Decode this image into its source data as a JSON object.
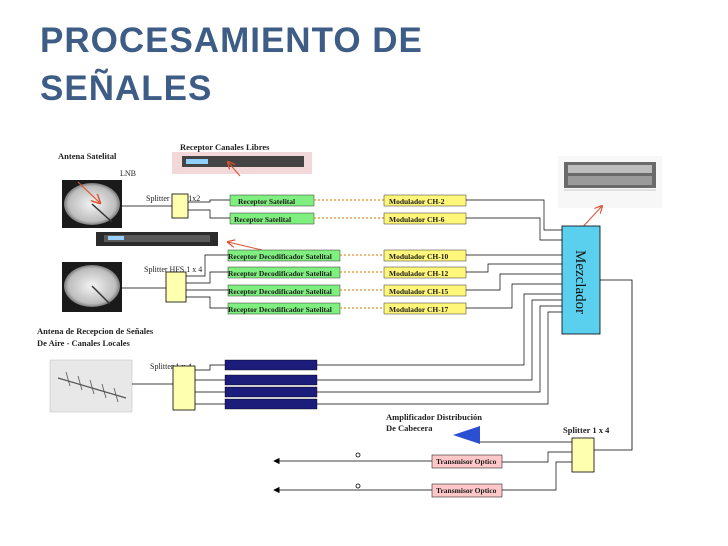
{
  "title": {
    "line1": "PROCESAMIENTO DE",
    "line2": "SEÑALES"
  },
  "labels": {
    "antena_satelital": "Antena Satelital",
    "lnb": "LNB",
    "receptor_canales_libres": "Receptor Canales Libres",
    "splitter_hfs_1x2": "Splitter HFS 1x2",
    "splitter_hfs_1x4": "Splitter HFS 1 x 4",
    "antena_aire_line1": "Antena de Recepcion de Señales",
    "antena_aire_line2": "De Aire  - Canales Locales",
    "splitter_1x4_left": "Splitter 1 x 4",
    "amplificador_line1": "Amplificador Distribución",
    "amplificador_line2": "De Cabecera",
    "splitter_1x4_right": "Splitter 1 x 4",
    "mezclador": "Mezclador"
  },
  "receivers": [
    "Receptor Satelital",
    "Receptor Satelital",
    "Receptor Decodificador  Satelital",
    "Receptor Decodificador  Satelital",
    "Receptor Decodificador  Satelital",
    "Receptor Decodificador  Satelital"
  ],
  "modulators": [
    "Modulador  CH-2",
    "Modulador  CH-6",
    "Modulador  CH-10",
    "Modulador  CH-12",
    "Modulador  CH-15",
    "Modulador  CH-17"
  ],
  "transmitters": [
    "Transmisor Optico",
    "Transmisor Optico"
  ],
  "colors": {
    "title": "#3d5d86",
    "receiver_fill": "#7ff07f",
    "modulator_fill": "#fff67a",
    "transmitter_fill": "#ffc8c8",
    "mezclador_fill": "#5ad0ee",
    "splitter_fill": "#ffffb0",
    "local_channel_fill": "#1c1c7a",
    "arrow_accent": "#e05030",
    "amplifier": "#2a4fd0"
  }
}
